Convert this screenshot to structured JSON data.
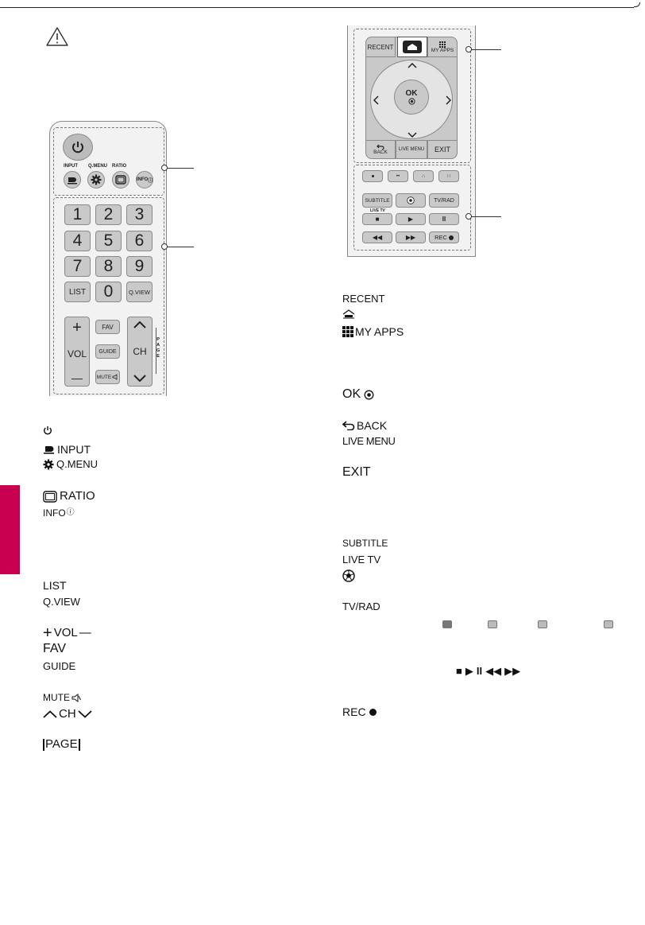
{
  "remote_left": {
    "buttons": {
      "input": "INPUT",
      "qmenu": "Q.MENU",
      "ratio": "RATIO",
      "info": "INFO",
      "digits": [
        "1",
        "2",
        "3",
        "4",
        "5",
        "6",
        "7",
        "8",
        "9"
      ],
      "list": "LIST",
      "zero": "0",
      "qview": "Q.VIEW",
      "plus": "+",
      "vol": "VOL",
      "minus": "—",
      "fav": "FAV",
      "guide": "GUIDE",
      "mute": "MUTE",
      "ch": "CH",
      "page_letters": [
        "P",
        "A",
        "G",
        "E"
      ]
    }
  },
  "remote_right": {
    "buttons": {
      "recent": "RECENT",
      "myapps": "MY APPS",
      "ok": "OK",
      "back": "BACK",
      "livemenu": "LIVE MENU",
      "exit": "EXIT",
      "subtitle": "SUBTITLE",
      "tvrad": "TV/RAD",
      "livetv": "LIVE TV",
      "rec": "REC"
    }
  },
  "labels_left": {
    "input": "INPUT",
    "qmenu": "Q.MENU",
    "ratio": "RATIO",
    "info": "INFO",
    "list": "LIST",
    "qview": "Q.VIEW",
    "vol": "VOL",
    "fav": "FAV",
    "guide": "GUIDE",
    "mute": "MUTE",
    "ch": "CH",
    "page": "PAGE"
  },
  "labels_right": {
    "recent": "RECENT",
    "myapps": "MY APPS",
    "ok": "OK",
    "back": "BACK",
    "livemenu": "LIVE MENU",
    "exit": "EXIT",
    "subtitle": "SUBTITLE",
    "livetv": "LIVE TV",
    "tvrad": "TV/RAD",
    "rec": "REC"
  },
  "colors": {
    "accent_tab": "#c8004f",
    "button_grey": "#c9c9c9"
  }
}
